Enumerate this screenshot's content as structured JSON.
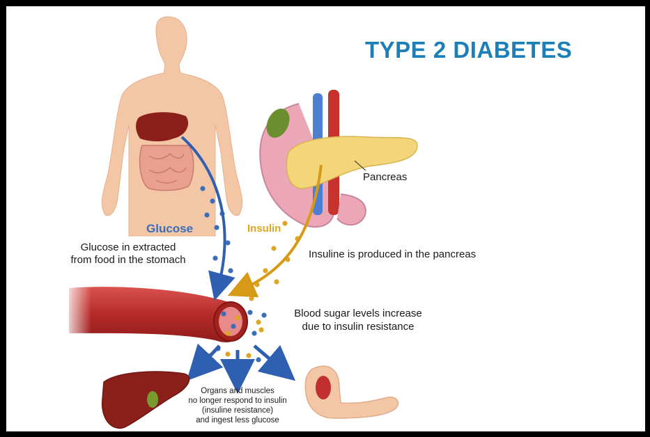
{
  "title": "TYPE 2 DIABETES",
  "labels": {
    "glucose": "Glucose",
    "insulin": "Insulin",
    "pancreas": "Pancreas"
  },
  "captions": {
    "glucose_line1": "Glucose in extracted",
    "glucose_line2": "from food in the stomach",
    "insulin": "Insuline is produced in the pancreas",
    "blood_line1": "Blood sugar levels increase",
    "blood_line2": "due to insulin resistance",
    "organs_line1": "Organs and muscles",
    "organs_line2": "no longer respond to insulin",
    "organs_line3": "(insuline resistance)",
    "organs_line4": "and ingest less glucose"
  },
  "colors": {
    "title": "#1d7fb8",
    "glucose": "#3a6fb8",
    "insulin": "#e0a51e",
    "skin": "#f3c7a6",
    "blood_vessel": "#c0302e",
    "liver": "#8b1f1a",
    "pancreas": "#f3d57a"
  },
  "icons": [
    "human-body-icon",
    "pancreas-icon",
    "blood-vessel-icon",
    "liver-icon",
    "arm-muscle-icon"
  ]
}
